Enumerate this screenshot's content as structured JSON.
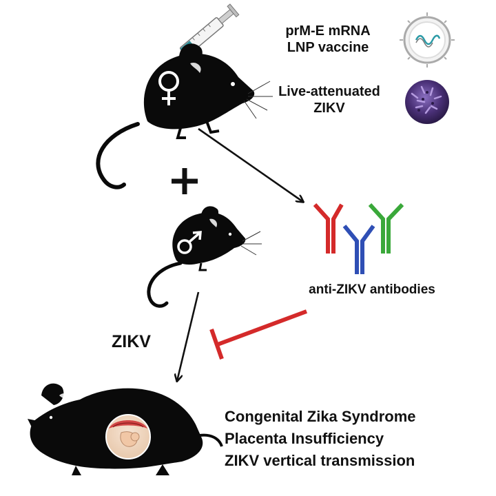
{
  "labels": {
    "vaccine_line1": "prM-E mRNA",
    "vaccine_line2": "LNP vaccine",
    "live_line1": "Live-attenuated",
    "live_line2": "ZIKV",
    "antibodies": "anti-ZIKV antibodies",
    "zikv": "ZIKV",
    "plus": "+"
  },
  "outcomes": [
    "Congenital Zika Syndrome",
    "Placenta Insufficiency",
    "ZIKV vertical transmission"
  ],
  "icons": {
    "female": "female-symbol-icon",
    "male": "male-symbol-icon",
    "syringe": "syringe-icon",
    "lnp": "lnp-particle-icon",
    "virus": "virus-particle-icon",
    "antibody": "antibody-icon"
  },
  "colors": {
    "antibody_red": "#d42a2a",
    "antibody_blue": "#2f4fb5",
    "antibody_green": "#3aa83a",
    "inhibition": "#d42a2a",
    "mouse": "#0a0a0a",
    "virus": "#4a3077"
  }
}
